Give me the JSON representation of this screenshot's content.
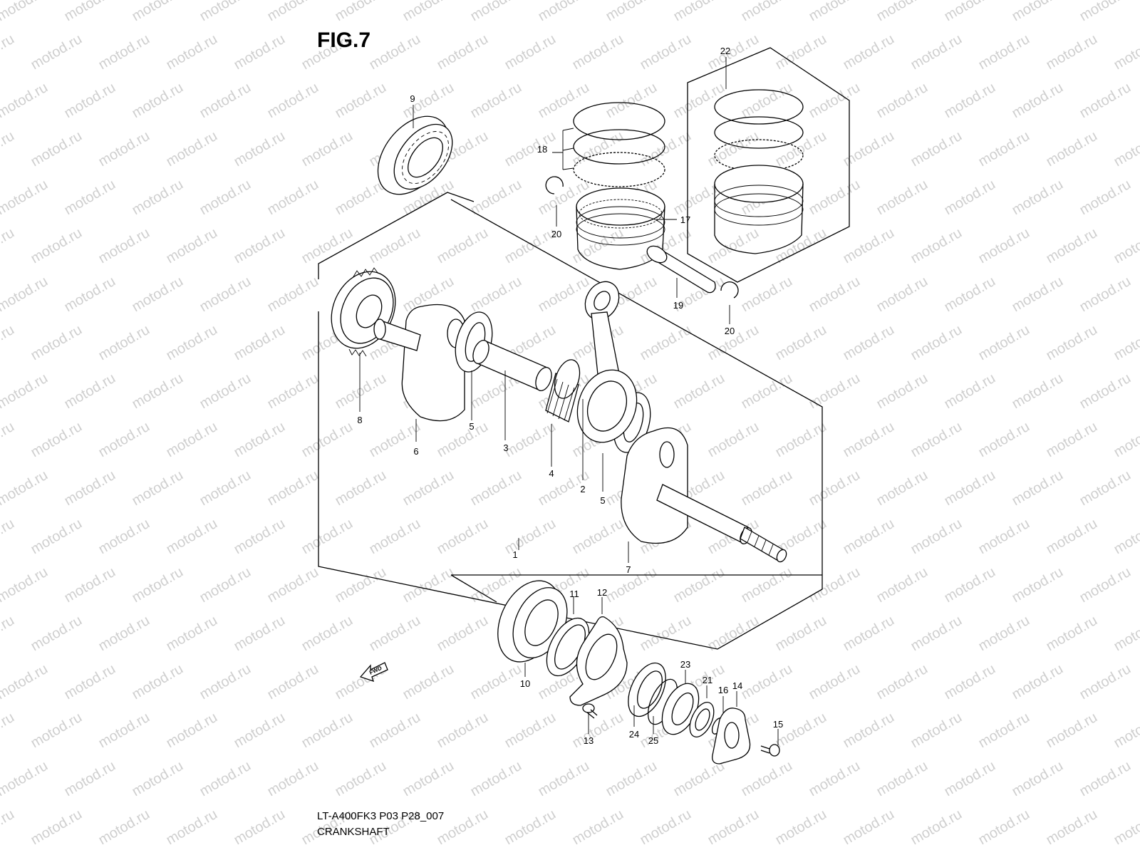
{
  "figure": {
    "title": "FIG.7",
    "code": "LT-A400FK3 P03 P28_007",
    "name": "CRANKSHAFT",
    "watermark": "motod.ru",
    "fwd_label": "FWD"
  },
  "callouts": [
    {
      "label": "1"
    },
    {
      "label": "2"
    },
    {
      "label": "3"
    },
    {
      "label": "4"
    },
    {
      "label": "5"
    },
    {
      "label": "5"
    },
    {
      "label": "6"
    },
    {
      "label": "7"
    },
    {
      "label": "8"
    },
    {
      "label": "9"
    },
    {
      "label": "10"
    },
    {
      "label": "11"
    },
    {
      "label": "12"
    },
    {
      "label": "13"
    },
    {
      "label": "14"
    },
    {
      "label": "15"
    },
    {
      "label": "16"
    },
    {
      "label": "17"
    },
    {
      "label": "18"
    },
    {
      "label": "19"
    },
    {
      "label": "20"
    },
    {
      "label": "20"
    },
    {
      "label": "21"
    },
    {
      "label": "22"
    },
    {
      "label": "23"
    },
    {
      "label": "24"
    },
    {
      "label": "25"
    }
  ],
  "colors": {
    "ink": "#000000",
    "background": "#ffffff",
    "watermark": "#cfcfcf"
  }
}
